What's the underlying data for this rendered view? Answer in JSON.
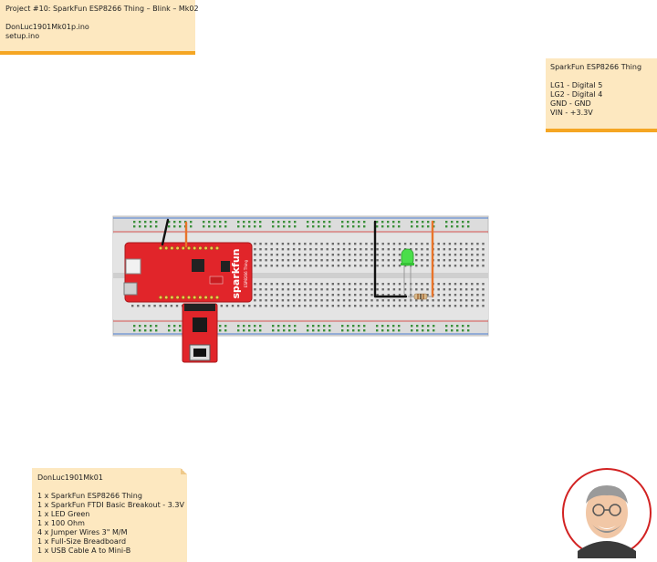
{
  "project_note": {
    "lines": [
      "Project #10: SparkFun ESP8266 Thing – Blink – Mk02",
      "",
      "DonLuc1901Mk01p.ino",
      "setup.ino"
    ]
  },
  "wiring_note": {
    "lines": [
      "SparkFun ESP8266 Thing",
      "",
      "LG1 - Digital 5",
      "LG2 - Digital 4",
      "GND - GND",
      "VIN - +3.3V"
    ]
  },
  "bom_note": {
    "lines": [
      "DonLuc1901Mk01",
      "",
      "1 x SparkFun ESP8266 Thing",
      "1 x SparkFun FTDI Basic Breakout - 3.3V",
      "1 x LED Green",
      "1 x 100 Ohm",
      "4 x Jumper Wires 3\" M/M",
      "1 x Full-Size Breadboard",
      "1 x USB Cable A to Mini-B"
    ]
  },
  "board": {
    "brand": "sparkfun",
    "model": "ESP8266 Thing"
  },
  "colors": {
    "note_bg": "#fde8c0",
    "note_border": "#f5a623",
    "breadboard": "#d9d9d9",
    "rail_red": "#d9534f",
    "rail_blue": "#4a7bd0",
    "hole_green": "#3a8f3a",
    "board_red": "#e1252a",
    "wire_orange": "#e8742a",
    "wire_black": "#111111",
    "led_green": "#4ade4a",
    "avatar_ring": "#d22222"
  },
  "icons": {
    "led": "led-green-icon",
    "resistor": "resistor-icon",
    "avatar": "author-avatar"
  }
}
